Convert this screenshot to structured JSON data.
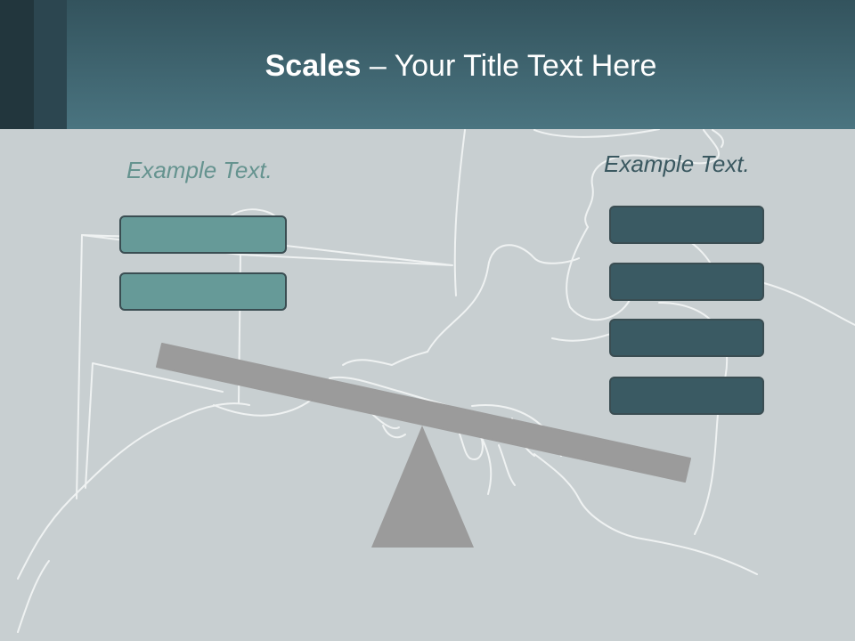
{
  "slide": {
    "title_bold": "Scales",
    "title_rest": " – Your Title Text Here",
    "left_label": "Example Text.",
    "right_label": "Example Text.",
    "left_bars": [
      {},
      {}
    ],
    "right_bars": [
      {},
      {},
      {},
      {}
    ]
  },
  "colors": {
    "background": "#c8cfd1",
    "header": "#3f6671",
    "left_bar": "#669a98",
    "right_bar": "#3a5a63",
    "scale": "#9b9b9b"
  }
}
